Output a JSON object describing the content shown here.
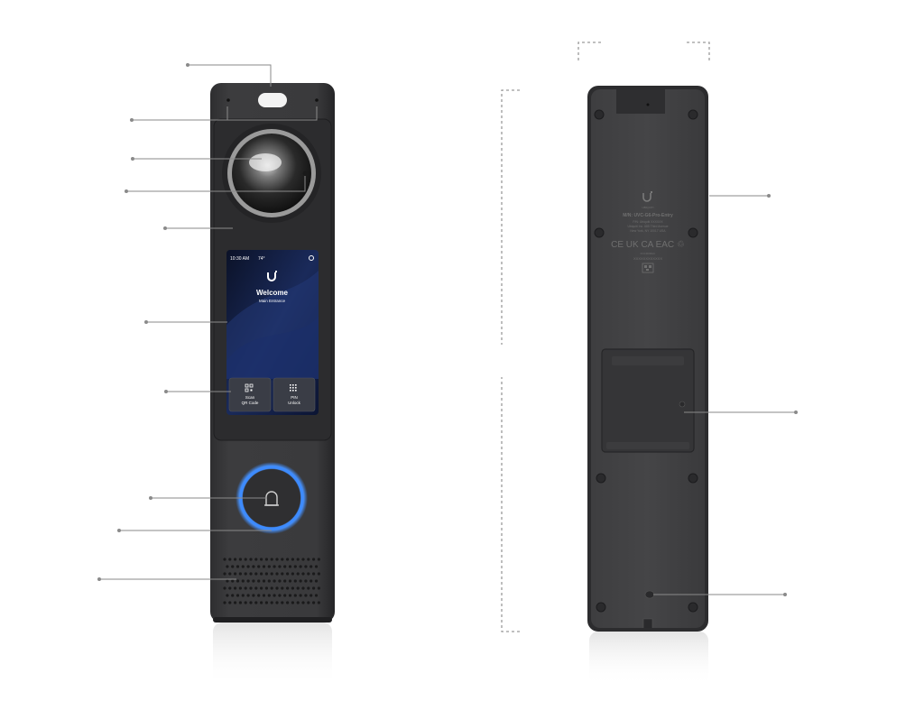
{
  "screen": {
    "time": "10:30 AM",
    "temperature": "74°",
    "title": "Welcome",
    "subtitle": "Main Entrance",
    "buttons": [
      {
        "line1": "Scan",
        "line2": "QR Code"
      },
      {
        "line1": "PIN",
        "line2": "Unlock"
      }
    ]
  },
  "back_label": {
    "brand": "UBIQUITI",
    "model": "M/N: UVC-G6-Pro-Entry",
    "pn": "P/N: Ubiquiti XXXXXX",
    "company": "Ubiquiti Inc. 685 Third Avenue",
    "city": "New York, NY 10017 USA",
    "marks": "CE UK CA EAC ♲",
    "serial_label": "FCCID/MAC",
    "serial": "XXXXXXXXXXXX"
  },
  "colors": {
    "body": "#3a3a3c",
    "body_edge": "#2a2a2c",
    "screen_bg": "#0f1630",
    "ring": "#3d8bff",
    "callout": "#8a8a8a"
  },
  "icons": {
    "bell": "bell-icon",
    "qr": "qr-code-icon",
    "pin": "keypad-icon",
    "settings": "gear-icon",
    "logo": "ubiquiti-logo-icon"
  }
}
